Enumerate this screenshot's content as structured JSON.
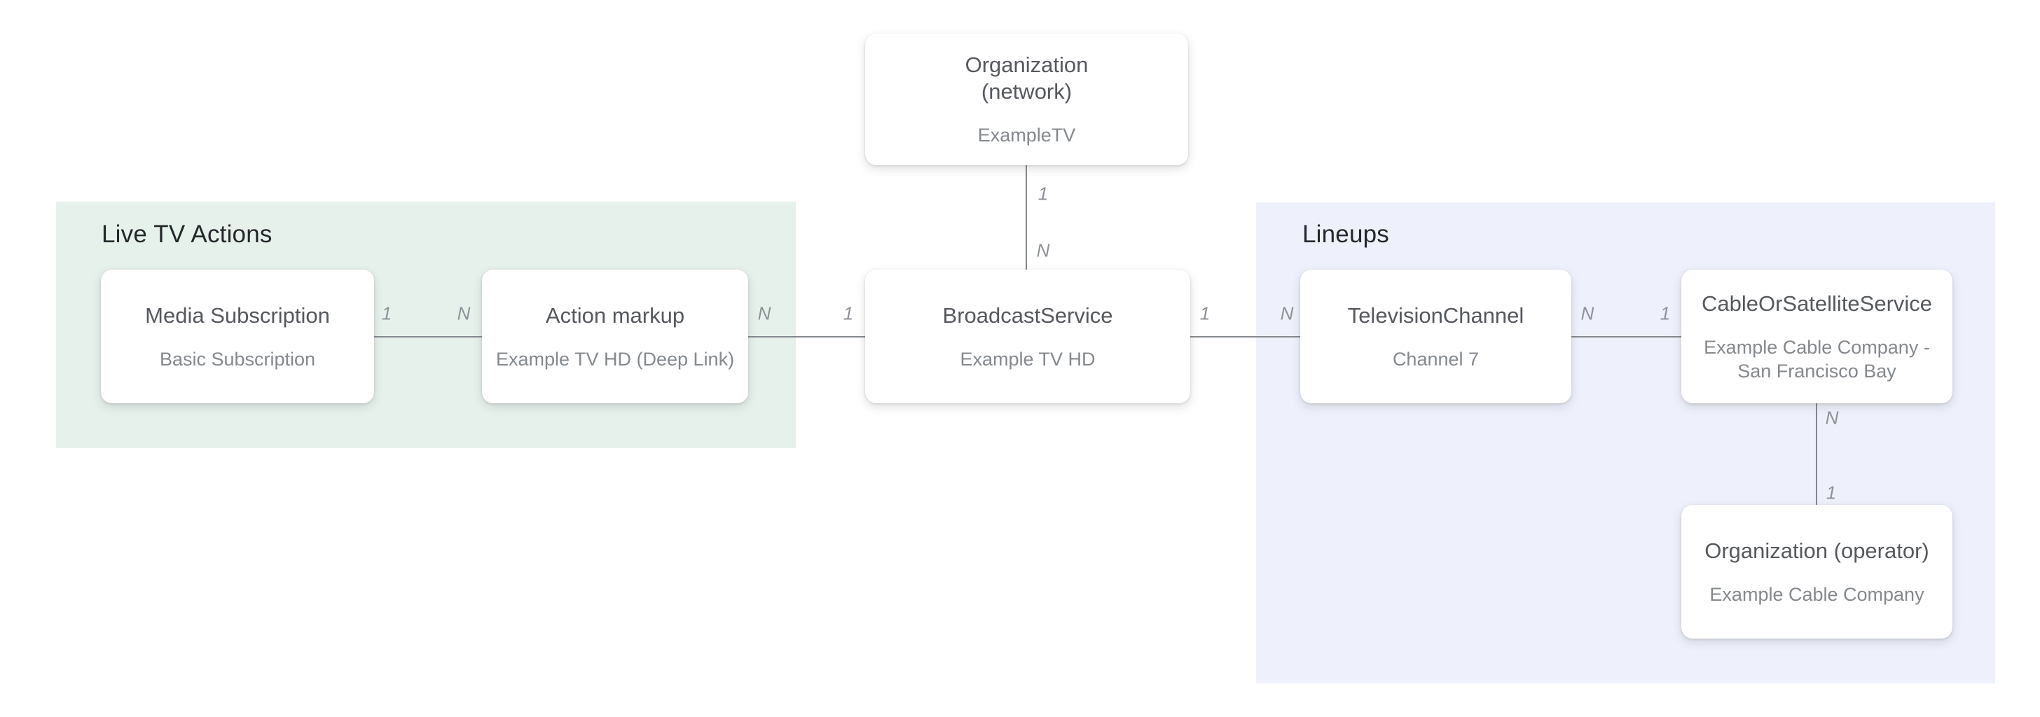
{
  "groups": {
    "live_tv_actions": {
      "label": "Live TV Actions",
      "bg": "#e7f1eb"
    },
    "lineups": {
      "label": "Lineups",
      "bg": "#eef1fb"
    }
  },
  "nodes": {
    "network": {
      "title": "Organization",
      "title2": "(network)",
      "subtitle": "ExampleTV"
    },
    "media": {
      "title": "Media Subscription",
      "subtitle": "Basic Subscription"
    },
    "action": {
      "title": "Action markup",
      "subtitle": "Example TV HD (Deep Link)"
    },
    "broadcast": {
      "title": "BroadcastService",
      "subtitle": "Example TV HD"
    },
    "tv": {
      "title": "TelevisionChannel",
      "subtitle": "Channel 7"
    },
    "cable": {
      "title": "CableOrSatelliteService",
      "subtitle": "Example Cable Company -",
      "subtitle2": "San Francisco Bay"
    },
    "operator": {
      "title": "Organization (operator)",
      "subtitle": "Example Cable Company"
    }
  },
  "edges": {
    "network_broadcast": {
      "near_label": "1",
      "far_label": "N"
    },
    "media_action": {
      "near_label": "1",
      "far_label": "N"
    },
    "action_broadcast": {
      "near_label": "N",
      "far_label": "1"
    },
    "broadcast_tv": {
      "near_label": "1",
      "far_label": "N"
    },
    "tv_cable": {
      "near_label": "N",
      "far_label": "1"
    },
    "cable_operator": {
      "near_label": "N",
      "far_label": "1"
    }
  },
  "colors": {
    "line": "#85898d",
    "edge_label": "#8e9298",
    "node_title": "#55585d",
    "node_subtitle": "#84898e",
    "heading": "#25282b",
    "green_panel": "#e7f1eb",
    "blue_panel": "#eef1fb"
  }
}
